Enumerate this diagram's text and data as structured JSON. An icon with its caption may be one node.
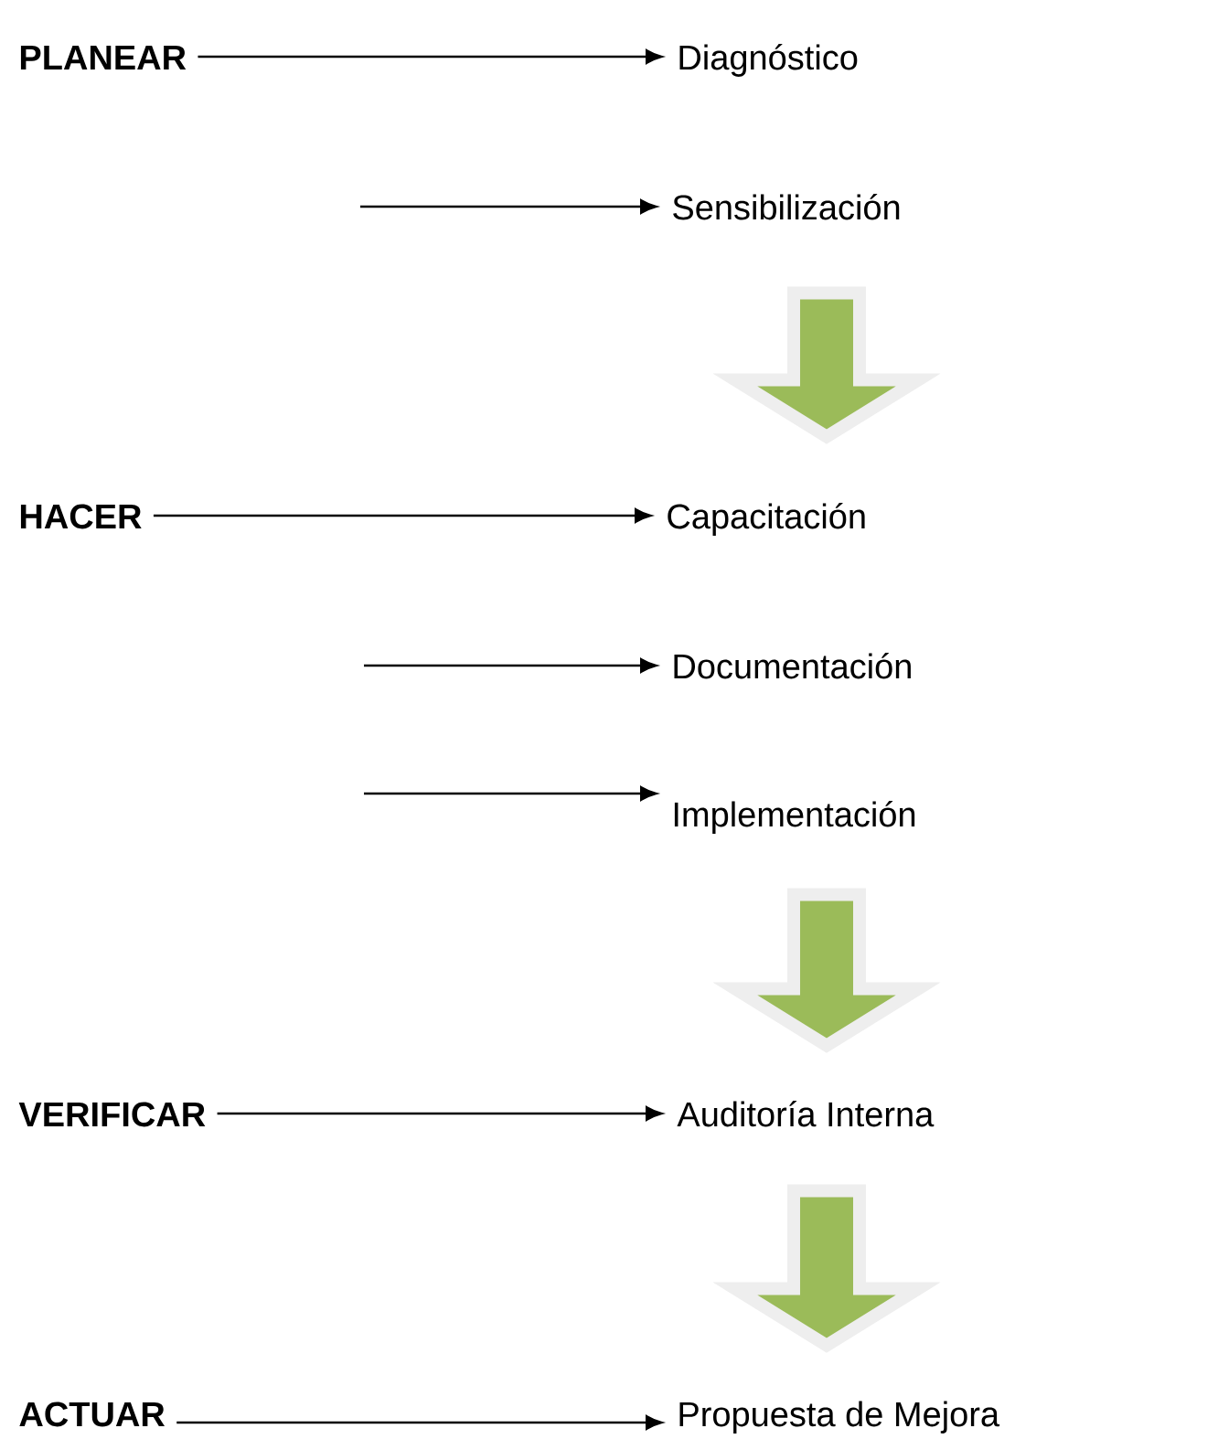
{
  "diagram": {
    "nodes": [
      {
        "text": [
          "PLANEAR"
        ]
      },
      {
        "text": [
          "Diagnóstico"
        ]
      },
      {
        "text": [
          "Sensibilización"
        ]
      },
      {
        "text": [
          "HACER"
        ]
      },
      {
        "text": [
          "Capacitación"
        ]
      },
      {
        "text": [
          "Documentación"
        ]
      },
      {
        "text": [
          "Implementación"
        ]
      },
      {
        "text": [
          "VERIFICAR"
        ]
      },
      {
        "text": [
          "Auditoría Interna"
        ]
      },
      {
        "text": [
          "ACTUAR"
        ]
      },
      {
        "text": [
          "Propuesta de Mejora"
        ]
      }
    ],
    "edges": [
      {
        "from": 0,
        "to": 1,
        "arrow": "to"
      },
      {
        "from": null,
        "to": 2,
        "arrow": "to"
      },
      {
        "from": 2,
        "to": 4,
        "arrow": "to",
        "style": "thick",
        "color": "#9bbb59"
      },
      {
        "from": 3,
        "to": 4,
        "arrow": "to"
      },
      {
        "from": null,
        "to": 5,
        "arrow": "to"
      },
      {
        "from": null,
        "to": 6,
        "arrow": "to"
      },
      {
        "from": 6,
        "to": 8,
        "arrow": "to",
        "style": "thick",
        "color": "#9bbb59"
      },
      {
        "from": 7,
        "to": 8,
        "arrow": "to"
      },
      {
        "from": 8,
        "to": 10,
        "arrow": "to",
        "style": "thick",
        "color": "#9bbb59"
      },
      {
        "from": 9,
        "to": 10,
        "arrow": "to"
      }
    ]
  }
}
